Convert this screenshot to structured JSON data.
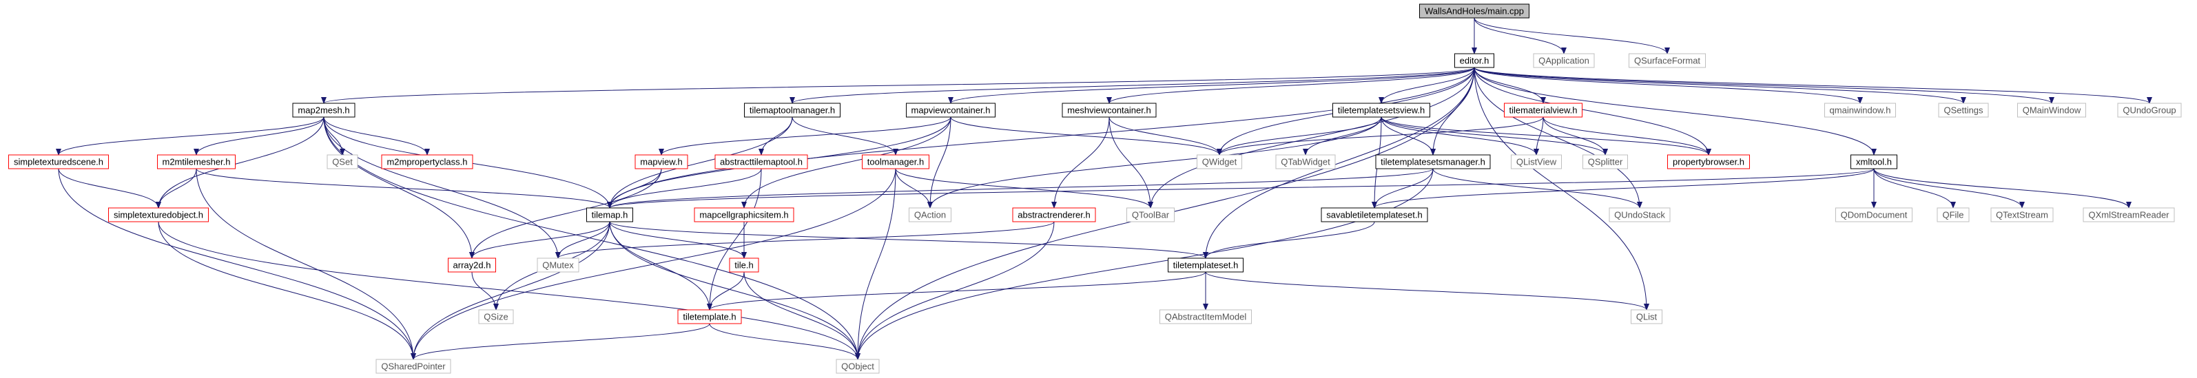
{
  "colors": {
    "root_fill": "#bfbfbf",
    "doc_border": "#000000",
    "undoc_border": "#bfbfbf",
    "has_children_border": "#ff0000",
    "edge": "#191970",
    "text_dark": "#000000",
    "text_gray": "#555555"
  },
  "nodes": [
    {
      "id": "main_cpp",
      "label": "WallsAndHoles/main.cpp",
      "style": "root"
    },
    {
      "id": "editor_h",
      "label": "editor.h",
      "style": "doc"
    },
    {
      "id": "qapplication",
      "label": "QApplication",
      "style": "ext"
    },
    {
      "id": "qsurfaceformat",
      "label": "QSurfaceFormat",
      "style": "ext"
    },
    {
      "id": "map2mesh_h",
      "label": "map2mesh.h",
      "style": "doc"
    },
    {
      "id": "tilemaptoolmanager_h",
      "label": "tilemaptoolmanager.h",
      "style": "doc"
    },
    {
      "id": "mapviewcontainer_h",
      "label": "mapviewcontainer.h",
      "style": "doc"
    },
    {
      "id": "meshviewcontainer_h",
      "label": "meshviewcontainer.h",
      "style": "doc"
    },
    {
      "id": "tiletemplatesetsview_h",
      "label": "tiletemplatesetsview.h",
      "style": "doc"
    },
    {
      "id": "tilematerialview_h",
      "label": "tilematerialview.h",
      "style": "red"
    },
    {
      "id": "qmainwindow_h",
      "label": "qmainwindow.h",
      "style": "ext"
    },
    {
      "id": "qsettings",
      "label": "QSettings",
      "style": "ext"
    },
    {
      "id": "qmainwindow",
      "label": "QMainWindow",
      "style": "ext"
    },
    {
      "id": "qundogroup",
      "label": "QUndoGroup",
      "style": "ext"
    },
    {
      "id": "simpletexturedscene_h",
      "label": "simpletexturedscene.h",
      "style": "red"
    },
    {
      "id": "m2mtilemesher_h",
      "label": "m2mtilemesher.h",
      "style": "red"
    },
    {
      "id": "qset",
      "label": "QSet",
      "style": "ext"
    },
    {
      "id": "m2mpropertyclass_h",
      "label": "m2mpropertyclass.h",
      "style": "red"
    },
    {
      "id": "mapview_h",
      "label": "mapview.h",
      "style": "red"
    },
    {
      "id": "abstracttilemaptool_h",
      "label": "abstracttilemaptool.h",
      "style": "red"
    },
    {
      "id": "toolmanager_h",
      "label": "toolmanager.h",
      "style": "red"
    },
    {
      "id": "qwidget",
      "label": "QWidget",
      "style": "ext"
    },
    {
      "id": "qtabwidget",
      "label": "QTabWidget",
      "style": "ext"
    },
    {
      "id": "tiletemplatesetsmanager_h",
      "label": "tiletemplatesetsmanager.h",
      "style": "doc"
    },
    {
      "id": "qlistview",
      "label": "QListView",
      "style": "ext"
    },
    {
      "id": "qsplitter",
      "label": "QSplitter",
      "style": "ext"
    },
    {
      "id": "propertybrowser_h",
      "label": "propertybrowser.h",
      "style": "red"
    },
    {
      "id": "xmltool_h",
      "label": "xmltool.h",
      "style": "doc"
    },
    {
      "id": "simpletexturedobject_h",
      "label": "simpletexturedobject.h",
      "style": "red"
    },
    {
      "id": "tilemap_h",
      "label": "tilemap.h",
      "style": "doc"
    },
    {
      "id": "mapcellgraphicsitem_h",
      "label": "mapcellgraphicsitem.h",
      "style": "red"
    },
    {
      "id": "qaction",
      "label": "QAction",
      "style": "ext"
    },
    {
      "id": "abstractrenderer_h",
      "label": "abstractrenderer.h",
      "style": "red"
    },
    {
      "id": "qtoolbar",
      "label": "QToolBar",
      "style": "ext"
    },
    {
      "id": "savabletiletemplateset_h",
      "label": "savabletiletemplateset.h",
      "style": "doc"
    },
    {
      "id": "qundostack",
      "label": "QUndoStack",
      "style": "ext"
    },
    {
      "id": "qdomdocument",
      "label": "QDomDocument",
      "style": "ext"
    },
    {
      "id": "qfile",
      "label": "QFile",
      "style": "ext"
    },
    {
      "id": "qtextstream",
      "label": "QTextStream",
      "style": "ext"
    },
    {
      "id": "qxmlstreamreader",
      "label": "QXmlStreamReader",
      "style": "ext"
    },
    {
      "id": "array2d_h",
      "label": "array2d.h",
      "style": "red"
    },
    {
      "id": "qmutex",
      "label": "QMutex",
      "style": "ext"
    },
    {
      "id": "tile_h",
      "label": "tile.h",
      "style": "red"
    },
    {
      "id": "tiletemplateset_h",
      "label": "tiletemplateset.h",
      "style": "doc"
    },
    {
      "id": "qsize",
      "label": "QSize",
      "style": "ext"
    },
    {
      "id": "qabstractitemmodel",
      "label": "QAbstractItemModel",
      "style": "ext"
    },
    {
      "id": "qlist",
      "label": "QList",
      "style": "ext"
    },
    {
      "id": "tiletemplate_h",
      "label": "tiletemplate.h",
      "style": "red"
    },
    {
      "id": "qsharedpointer",
      "label": "QSharedPointer",
      "style": "ext"
    },
    {
      "id": "qobject",
      "label": "QObject",
      "style": "ext"
    }
  ],
  "edges": [
    [
      "main_cpp",
      "editor_h"
    ],
    [
      "main_cpp",
      "qapplication"
    ],
    [
      "main_cpp",
      "qsurfaceformat"
    ],
    [
      "editor_h",
      "map2mesh_h"
    ],
    [
      "editor_h",
      "tilemaptoolmanager_h"
    ],
    [
      "editor_h",
      "mapviewcontainer_h"
    ],
    [
      "editor_h",
      "meshviewcontainer_h"
    ],
    [
      "editor_h",
      "tiletemplatesetsview_h"
    ],
    [
      "editor_h",
      "tilematerialview_h"
    ],
    [
      "editor_h",
      "qmainwindow_h"
    ],
    [
      "editor_h",
      "qsettings"
    ],
    [
      "editor_h",
      "qmainwindow"
    ],
    [
      "editor_h",
      "qundogroup"
    ],
    [
      "editor_h",
      "xmltool_h"
    ],
    [
      "editor_h",
      "tilemap_h"
    ],
    [
      "editor_h",
      "qobject"
    ],
    [
      "editor_h",
      "qtoolbar"
    ],
    [
      "editor_h",
      "tiletemplateset_h"
    ],
    [
      "editor_h",
      "tiletemplatesetsmanager_h"
    ],
    [
      "editor_h",
      "qundostack"
    ],
    [
      "editor_h",
      "qlist"
    ],
    [
      "editor_h",
      "propertybrowser_h"
    ],
    [
      "editor_h",
      "qwidget"
    ],
    [
      "map2mesh_h",
      "simpletexturedscene_h"
    ],
    [
      "map2mesh_h",
      "m2mtilemesher_h"
    ],
    [
      "map2mesh_h",
      "qset"
    ],
    [
      "map2mesh_h",
      "m2mpropertyclass_h"
    ],
    [
      "map2mesh_h",
      "simpletexturedobject_h"
    ],
    [
      "map2mesh_h",
      "tilemap_h"
    ],
    [
      "map2mesh_h",
      "array2d_h"
    ],
    [
      "map2mesh_h",
      "qmutex"
    ],
    [
      "map2mesh_h",
      "qobject"
    ],
    [
      "simpletexturedscene_h",
      "simpletexturedobject_h"
    ],
    [
      "simpletexturedscene_h",
      "qsharedpointer"
    ],
    [
      "m2mtilemesher_h",
      "simpletexturedobject_h"
    ],
    [
      "m2mtilemesher_h",
      "tilemap_h"
    ],
    [
      "m2mtilemesher_h",
      "qsharedpointer"
    ],
    [
      "simpletexturedobject_h",
      "qsharedpointer"
    ],
    [
      "simpletexturedobject_h",
      "qobject"
    ],
    [
      "tilemaptoolmanager_h",
      "abstracttilemaptool_h"
    ],
    [
      "tilemaptoolmanager_h",
      "toolmanager_h"
    ],
    [
      "tilemaptoolmanager_h",
      "tilemap_h"
    ],
    [
      "mapviewcontainer_h",
      "mapview_h"
    ],
    [
      "mapviewcontainer_h",
      "qwidget"
    ],
    [
      "mapviewcontainer_h",
      "qaction"
    ],
    [
      "mapviewcontainer_h",
      "mapcellgraphicsitem_h"
    ],
    [
      "mapviewcontainer_h",
      "tilemap_h"
    ],
    [
      "meshviewcontainer_h",
      "qwidget"
    ],
    [
      "meshviewcontainer_h",
      "abstractrenderer_h"
    ],
    [
      "meshviewcontainer_h",
      "qtoolbar"
    ],
    [
      "mapview_h",
      "tilemap_h"
    ],
    [
      "mapview_h",
      "array2d_h"
    ],
    [
      "abstracttilemaptool_h",
      "tilemap_h"
    ],
    [
      "abstracttilemaptool_h",
      "tiletemplate_h"
    ],
    [
      "toolmanager_h",
      "qaction"
    ],
    [
      "toolmanager_h",
      "qtoolbar"
    ],
    [
      "toolmanager_h",
      "qobject"
    ],
    [
      "toolmanager_h",
      "qsharedpointer"
    ],
    [
      "mapcellgraphicsitem_h",
      "tile_h"
    ],
    [
      "abstractrenderer_h",
      "qobject"
    ],
    [
      "abstractrenderer_h",
      "qmutex"
    ],
    [
      "tiletemplatesetsview_h",
      "qwidget"
    ],
    [
      "tiletemplatesetsview_h",
      "qtabwidget"
    ],
    [
      "tiletemplatesetsview_h",
      "tiletemplatesetsmanager_h"
    ],
    [
      "tiletemplatesetsview_h",
      "qlistview"
    ],
    [
      "tiletemplatesetsview_h",
      "qsplitter"
    ],
    [
      "tiletemplatesetsview_h",
      "propertybrowser_h"
    ],
    [
      "tiletemplatesetsview_h",
      "savabletiletemplateset_h"
    ],
    [
      "tiletemplatesetsview_h",
      "qaction"
    ],
    [
      "tilematerialview_h",
      "qwidget"
    ],
    [
      "tilematerialview_h",
      "qlistview"
    ],
    [
      "tilematerialview_h",
      "qsplitter"
    ],
    [
      "tilematerialview_h",
      "propertybrowser_h"
    ],
    [
      "tiletemplatesetsmanager_h",
      "savabletiletemplateset_h"
    ],
    [
      "tiletemplatesetsmanager_h",
      "qundostack"
    ],
    [
      "tiletemplatesetsmanager_h",
      "qobject"
    ],
    [
      "tiletemplatesetsmanager_h",
      "tilemap_h"
    ],
    [
      "savabletiletemplateset_h",
      "tiletemplateset_h"
    ],
    [
      "xmltool_h",
      "qdomdocument"
    ],
    [
      "xmltool_h",
      "qfile"
    ],
    [
      "xmltool_h",
      "qtextstream"
    ],
    [
      "xmltool_h",
      "qxmlstreamreader"
    ],
    [
      "xmltool_h",
      "savabletiletemplateset_h"
    ],
    [
      "xmltool_h",
      "tilemap_h"
    ],
    [
      "tilemap_h",
      "array2d_h"
    ],
    [
      "tilemap_h",
      "qmutex"
    ],
    [
      "tilemap_h",
      "tile_h"
    ],
    [
      "tilemap_h",
      "tiletemplateset_h"
    ],
    [
      "tilemap_h",
      "qsize"
    ],
    [
      "tilemap_h",
      "tiletemplate_h"
    ],
    [
      "tilemap_h",
      "qsharedpointer"
    ],
    [
      "tilemap_h",
      "qobject"
    ],
    [
      "array2d_h",
      "qsize"
    ],
    [
      "tile_h",
      "tiletemplate_h"
    ],
    [
      "tile_h",
      "qobject"
    ],
    [
      "tiletemplateset_h",
      "qabstractitemmodel"
    ],
    [
      "tiletemplateset_h",
      "qlist"
    ],
    [
      "tiletemplateset_h",
      "tiletemplate_h"
    ],
    [
      "tiletemplate_h",
      "qsharedpointer"
    ],
    [
      "tiletemplate_h",
      "qobject"
    ]
  ]
}
